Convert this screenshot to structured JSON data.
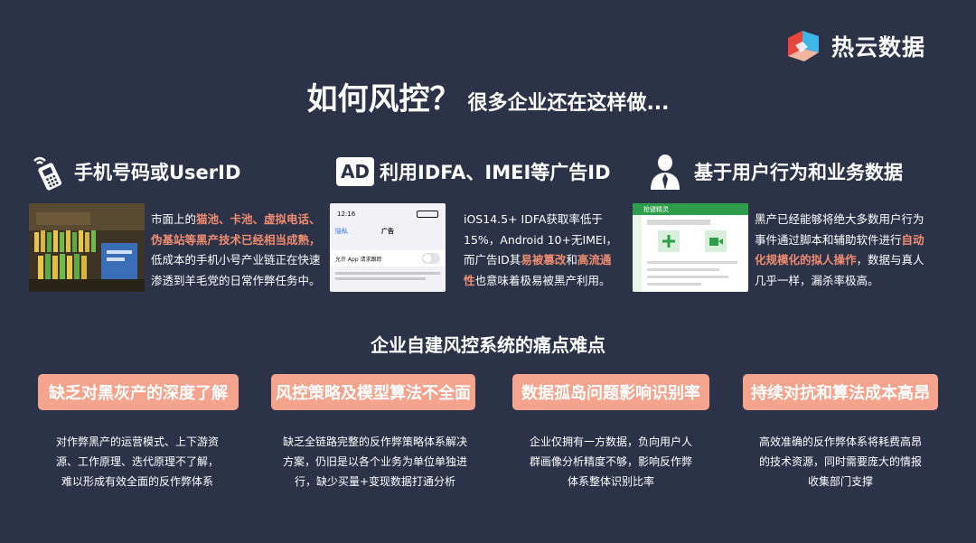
{
  "brand": {
    "name": "热云数据"
  },
  "title": {
    "main": "如何风控？",
    "sub": "很多企业还在这样做..."
  },
  "columns": [
    {
      "heading": "手机号码或UserID",
      "desc": [
        [
          {
            "t": "市面上的"
          },
          {
            "t": "猫池、卡池、虚拟电话、",
            "h": true
          }
        ],
        [
          {
            "t": "伪基站等黑产技术已经相当成熟，",
            "h": true
          }
        ],
        [
          {
            "t": "低成本的手机小号产业链正在快速"
          }
        ],
        [
          {
            "t": "渗透到羊毛党的日常作弊任务中。"
          }
        ]
      ]
    },
    {
      "heading": "利用IDFA、IMEI等广告ID",
      "icon_text": "AD",
      "phone": {
        "time": "12:16",
        "back": "隐私",
        "screen_title": "广告",
        "toggle_label": "允许 App 请求跟踪"
      },
      "desc": [
        [
          {
            "t": "iOS14.5+ IDFA获取率低于"
          }
        ],
        [
          {
            "t": "15%，Android 10+无IMEI，"
          }
        ],
        [
          {
            "t": "而广告ID其"
          },
          {
            "t": "易被篡改",
            "h": true
          },
          {
            "t": "和"
          },
          {
            "t": "高流通",
            "h": true
          }
        ],
        [
          {
            "t": "性",
            "h": true
          },
          {
            "t": "也意味着极易被黑产利用。"
          }
        ]
      ]
    },
    {
      "heading": "基于用户行为和业务数据",
      "app": {
        "title": "抢键精灵"
      },
      "desc": [
        [
          {
            "t": "黑产已经能够将绝大多数用户行为"
          }
        ],
        [
          {
            "t": "事件通过脚本和辅助软件进行"
          },
          {
            "t": "自动",
            "h": true
          }
        ],
        [
          {
            "t": "化规模化的拟人操作",
            "h": true
          },
          {
            "t": "，数据与真人"
          }
        ],
        [
          {
            "t": "几乎一样，漏杀率极高。"
          }
        ]
      ]
    }
  ],
  "section_title": "企业自建风控系统的痛点难点",
  "pain_points": [
    {
      "label": "缺乏对黑灰产的深度了解",
      "desc": [
        "对作弊黑产的运营模式、上下游资",
        "源、工作原理、迭代原理不了解，",
        "难以形成有效全面的反作弊体系"
      ]
    },
    {
      "label": "风控策略及模型算法不全面",
      "desc": [
        "缺乏全链路完整的反作弊策略体系解决",
        "方案，仍旧是以各个业务为单位单独进",
        "行，缺少买量+变现数据打通分析"
      ]
    },
    {
      "label": "数据孤岛问题影响识别率",
      "desc": [
        "企业仅拥有一方数据，负向用户人",
        "群画像分析精度不够，影响反作弊",
        "体系整体识别比率"
      ]
    },
    {
      "label": "持续对抗和算法成本高昂",
      "desc": [
        "高效准确的反作弊体系将耗费高昂",
        "的技术资源，同时需要庞大的情报",
        "收集部门支撑"
      ]
    }
  ],
  "colors": {
    "background": "#2c3248",
    "accent": "#f4a48c",
    "highlight": "#f08d70"
  }
}
